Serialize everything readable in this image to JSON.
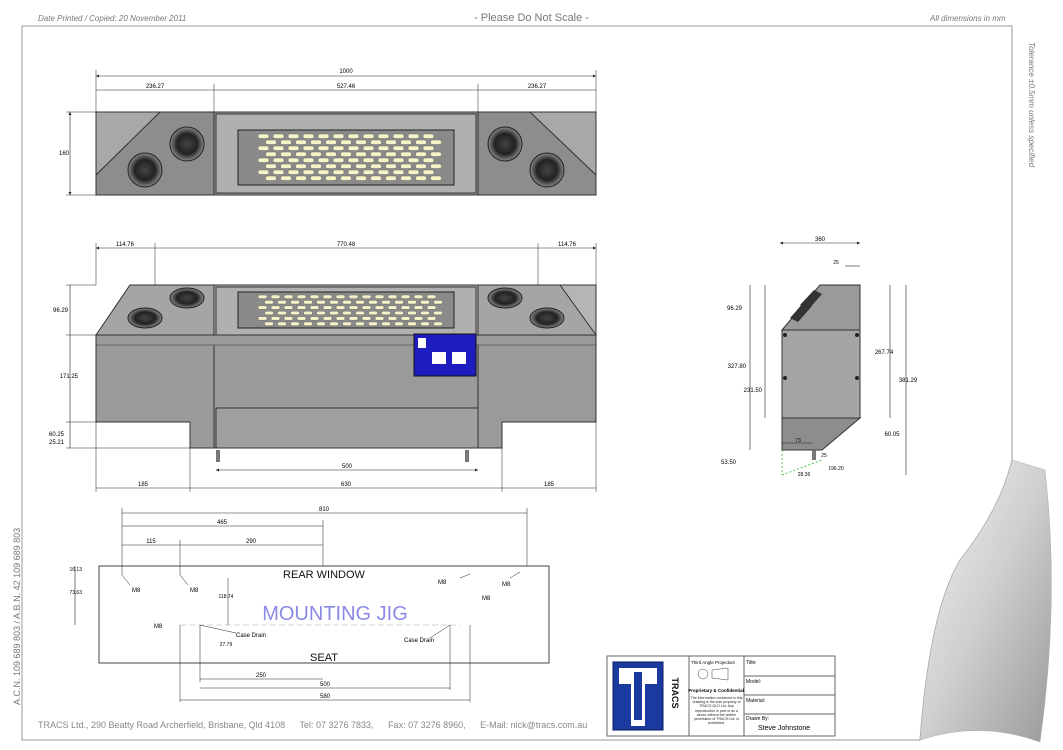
{
  "header": {
    "date_printed": "Date Printed / Copied:  20 November 2011",
    "scale_note": "- Please Do Not Scale -",
    "units_note": "All dimensions in mm",
    "tolerance_note": "Tolerance ±0.5mm unless specified"
  },
  "side_company": "A.C.N. 109 689 803  /  A.B.N. 42 109 689 803",
  "footer": {
    "company": "TRACS Ltd., 290 Beatty Road Archerfield, Brisbane, Qld 4108",
    "tel": "Tel:  07 3276 7833,",
    "fax": "Fax:  07 3276 8960,",
    "email": "E-Mail:  nick@tracs.com.au"
  },
  "top_view": {
    "dim_total": "1000",
    "dim_left": "236.27",
    "dim_mid": "527.46",
    "dim_right": "236.27",
    "dim_height": "160"
  },
  "front_view": {
    "dim_left": "114.76",
    "dim_mid": "770.48",
    "dim_right": "114.76",
    "dim_h1": "96.29",
    "dim_h2": "171.25",
    "dim_h3": "60.25",
    "dim_h4": "25.21",
    "dim_500": "500",
    "dim_185a": "185",
    "dim_630": "630",
    "dim_185b": "185"
  },
  "side_view": {
    "dim_360": "360",
    "dim_25a": "25",
    "dim_96": "96.29",
    "dim_327": "327.80",
    "dim_231": "231.50",
    "dim_267": "267.74",
    "dim_381": "381.29",
    "dim_60": "60.05",
    "dim_73": "73",
    "dim_25b": "25",
    "dim_53": "53.50",
    "dim_196": "196.20",
    "dim_28": "28.36"
  },
  "jig": {
    "title": "MOUNTING JIG",
    "rear": "REAR WINDOW",
    "seat": "SEAT",
    "dim_810": "810",
    "dim_465": "465",
    "dim_115": "115",
    "dim_290": "290",
    "dim_16": "16.13",
    "dim_73": "73.63",
    "dim_118": "118.74",
    "dim_27": "27.79",
    "dim_250": "250",
    "dim_500": "500",
    "dim_580": "580",
    "m8": "M8",
    "case_drain": "Case Drain"
  },
  "title_block": {
    "projection": "Third Angle Projection",
    "proprietary": "Proprietary & Confidential",
    "legal": "The information contained in this drawing is the sole property of TRACS QLD Ltd. Any reproduction in part or as a whole without the written permission of TRACS Ltd. is prohibited.",
    "title_lbl": "Title:",
    "model_lbl": "Model:",
    "material_lbl": "Material:",
    "drawn_lbl": "Drawn By:",
    "drawn_by": "Steve Johnstone",
    "logo": "TRACS"
  },
  "colors": {
    "body": "#9a9a9a",
    "body_light": "#b5b5b5",
    "vent": "#f6f3c8",
    "label": "#1c1cbf",
    "jig_text": "#8a8ae6",
    "dim": "#222222",
    "logo_blue": "#1a3aa0"
  }
}
